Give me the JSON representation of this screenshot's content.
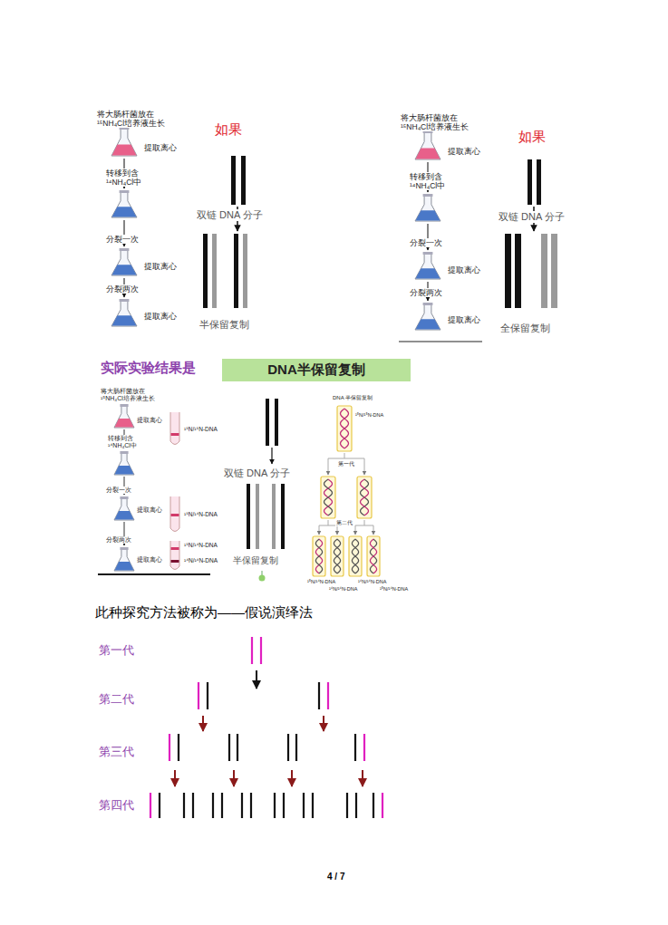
{
  "diagram": {
    "nodes": [
      {
        "text": [
          "DNA半保留复制"
        ]
      }
    ],
    "labels": [
      "将大肠杆菌放在 ¹⁵NH₄Cl培养液生长",
      "提取离心",
      "转移到含 ¹⁴NH₄Cl中",
      "分裂一次",
      "提取离心",
      "分裂两次",
      "提取离心",
      "如果",
      "双链 DNA 分子",
      "半保留复制",
      "将大肠杆菌放在 ¹⁵NH₄Cl培养液生长",
      "提取离心",
      "转移到含 ¹⁴NH₄Cl中",
      "分裂一次",
      "提取离心",
      "分裂两次",
      "提取离心",
      "如果",
      "双链 DNA 分子",
      "全保留复制",
      "实际实验结果是",
      "将大肠杆菌放在 ¹⁵NH₄Cl培养液生长",
      "提取离心",
      "转移到含 ¹⁴NH₄Cl中",
      "分裂一次",
      "提取离心",
      "分裂两次",
      "提取离心",
      "¹⁵N/¹⁵N-DNA",
      "¹⁵N/¹⁴N-DNA",
      "¹⁵N/¹⁴N-DNA",
      "¹⁴N/¹⁴N-DNA",
      "双链 DNA 分子",
      "半保留复制",
      "DNA 半保留复制",
      "¹⁵N/¹⁵N-DNA",
      "第一代",
      "第二代",
      "¹⁵N/¹⁴N-DNA",
      "¹⁴N/¹⁴N-DNA",
      "¹⁴N/¹⁴N-DNA",
      "¹⁵N/¹⁴N-DNA",
      "此种探究方法被称为——假说演绎法",
      "第一代",
      "第二代",
      "第三代",
      "第四代",
      "4 / 7"
    ]
  }
}
